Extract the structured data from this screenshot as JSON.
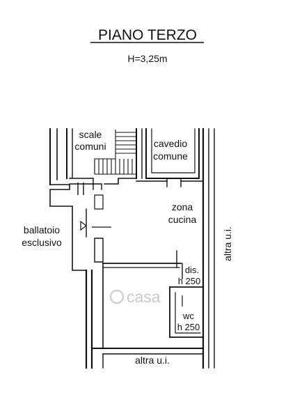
{
  "header": {
    "title": "PIANO TERZO",
    "height_note": "H=3,25m"
  },
  "rooms": {
    "scale": [
      "scale",
      "comuni"
    ],
    "cavedio": [
      "cavedio",
      "comune"
    ],
    "zona": [
      "zona",
      "cucina"
    ],
    "ballatoio": [
      "ballatoio",
      "esclusivo"
    ],
    "dis": [
      "dis.",
      "h 250"
    ],
    "wc": [
      "wc",
      "h 250"
    ],
    "altra_right": "altra u.i.",
    "altra_bottom": "altra u.i."
  },
  "watermark": "casa"
}
